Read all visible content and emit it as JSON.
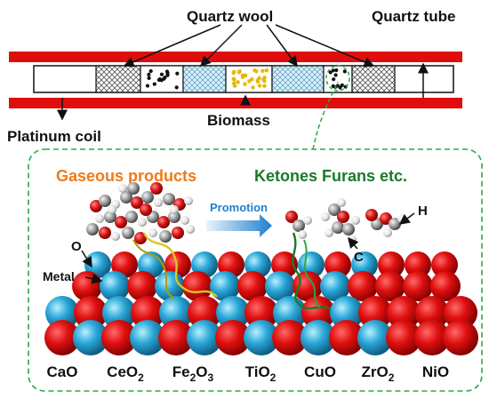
{
  "tube_diagram": {
    "labels": {
      "quartz_wool": "Quartz wool",
      "quartz_tube": "Quartz tube",
      "platinum_coil": "Platinum coil",
      "biomass": "Biomass"
    }
  },
  "inset": {
    "gaseous_products": "Gaseous products",
    "ketones_furans": "Ketones Furans etc.",
    "promotion": "Promotion",
    "atom_o": "O",
    "atom_metal": "Metal",
    "atom_h": "H",
    "atom_c": "C",
    "catalysts": [
      {
        "base": "CaO"
      },
      {
        "base": "CeO",
        "sub": "2"
      },
      {
        "base": "Fe",
        "sub": "2",
        "mid": "O",
        "sub2": "3"
      },
      {
        "base": "TiO",
        "sub": "2"
      },
      {
        "base": "CuO"
      },
      {
        "base": "ZrO",
        "sub": "2"
      },
      {
        "base": "NiO"
      }
    ]
  },
  "colors": {
    "tube_red": "#e00d0d",
    "oxygen_red": "#e01010",
    "metal_cyan": "#2aa7d8",
    "dashed_green": "#2aa84a",
    "gaseous_orange": "#f07a18",
    "ketones_green": "#1a7a2a",
    "promotion_blue": "#1e7fd0",
    "biomass_yellow": "#e6b800"
  }
}
